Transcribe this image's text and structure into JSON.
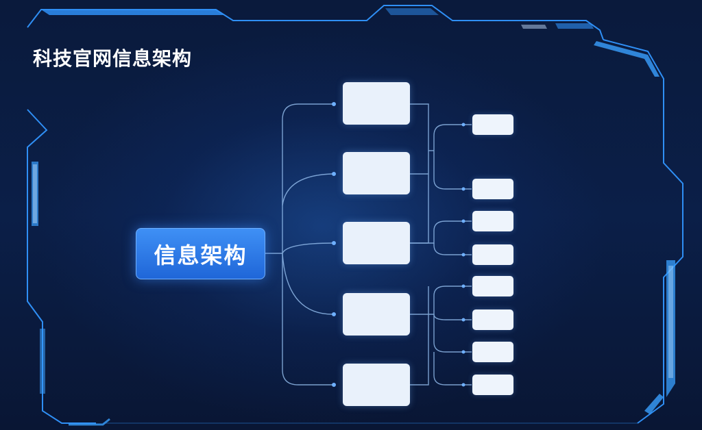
{
  "title": "科技官网信息架构",
  "subtitle": "",
  "side_caption": "",
  "colors": {
    "background": "#0a1a3c",
    "frame": "#2f8ff5",
    "root_fill": "#2b78e8",
    "node_fill": "#e9f1fb",
    "connector": "#8fb8e8"
  },
  "root": {
    "label": "信息架构"
  },
  "level1": [
    {
      "label": ""
    },
    {
      "label": ""
    },
    {
      "label": ""
    },
    {
      "label": ""
    },
    {
      "label": ""
    }
  ],
  "level2": [
    {
      "label": "",
      "parent": 0
    },
    {
      "label": "",
      "parent": 1
    },
    {
      "label": "",
      "parent": 2
    },
    {
      "label": "",
      "parent": 2
    },
    {
      "label": "",
      "parent": 3
    },
    {
      "label": "",
      "parent": 3
    },
    {
      "label": "",
      "parent": 4
    },
    {
      "label": "",
      "parent": 4
    }
  ]
}
